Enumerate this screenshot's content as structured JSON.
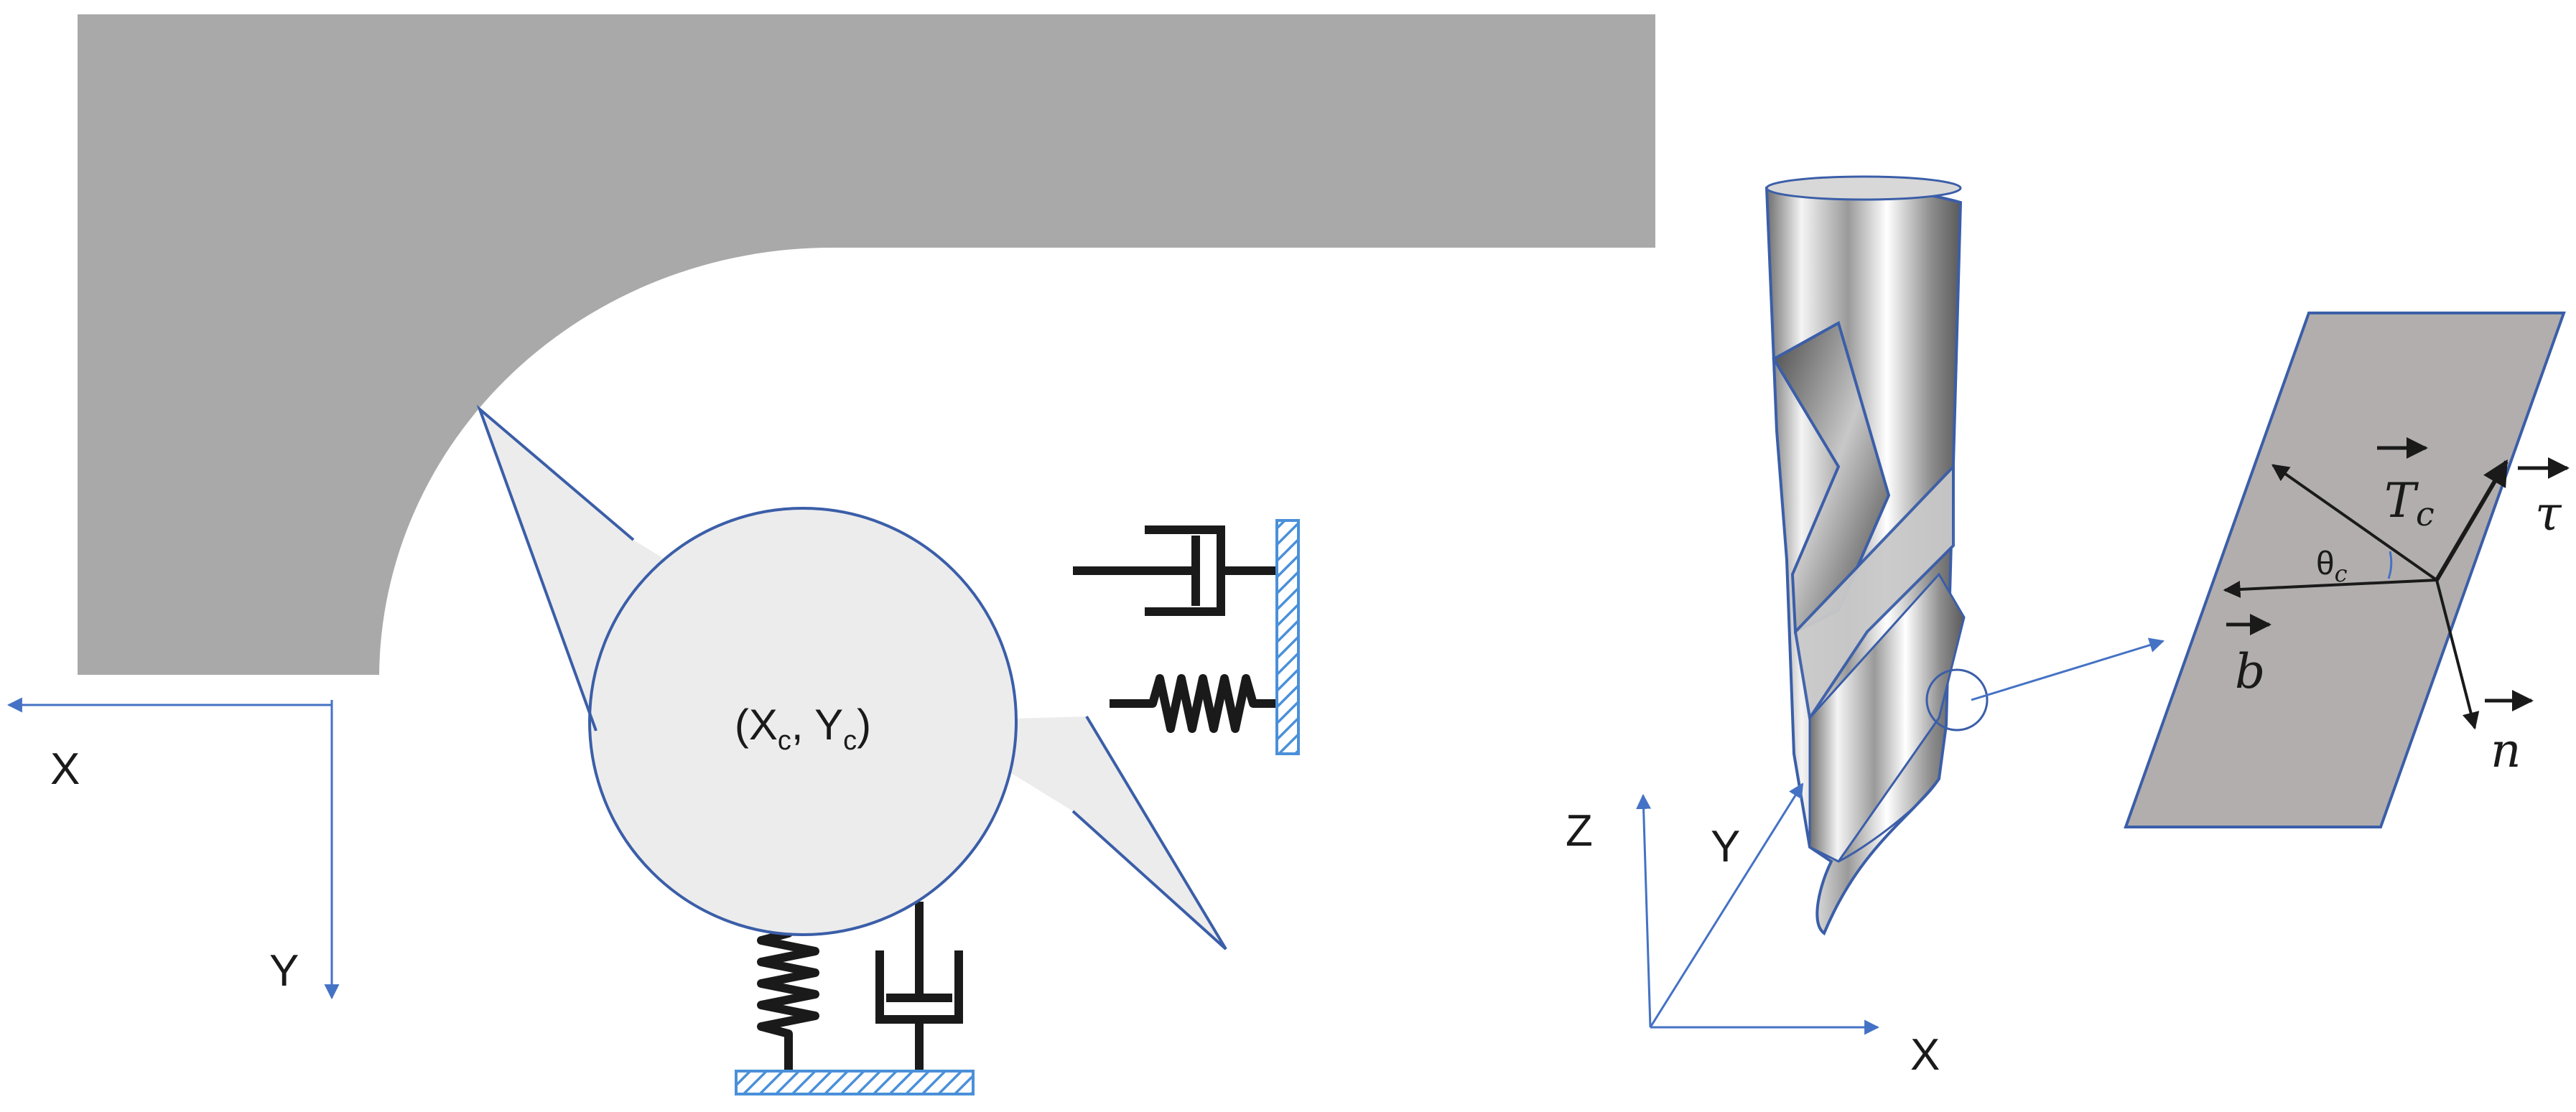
{
  "left_frame": {
    "x_label": "X",
    "y_label": "Y"
  },
  "tool_center": {
    "x": "X",
    "x_sub": "c",
    "y": "Y",
    "y_sub": "c"
  },
  "right_frame": {
    "x_label": "X",
    "y_label": "Y",
    "z_label": "Z"
  },
  "plane_vectors": {
    "tangent_force": "T",
    "tangent_force_sub": "c",
    "tau": "τ",
    "angle": "θ",
    "angle_sub": "c",
    "binormal": "b",
    "normal": "n"
  },
  "colors": {
    "workpiece": "#a9a9a9",
    "tool_fill": "#ececec",
    "outline_blue": "#3b5ea8",
    "axis_blue": "#4472c4",
    "ground_hatch": "#4a90d9",
    "spring_black": "#1a1a1a",
    "plane_fill": "#b2aeae"
  }
}
